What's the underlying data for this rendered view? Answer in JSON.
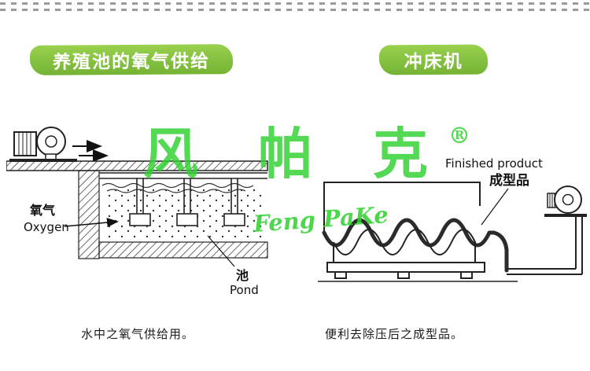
{
  "banners": {
    "left_label": "养殖池的氧气供给",
    "right_label": "冲床机",
    "color": "#84c040"
  },
  "brand": {
    "watermark": "风帕克",
    "registered": "®",
    "script": "Feng PaKe",
    "green": "#2fd12f"
  },
  "pond_diagram": {
    "oxygen_cn": "氧气",
    "oxygen_en": "Oxygen",
    "pond_cn": "池",
    "pond_en": "Pond",
    "caption": "水中之氧气供给用。"
  },
  "press_diagram": {
    "finished_en": "Finished product",
    "finished_cn": "成型品",
    "caption": "便利去除压后之成型品。"
  }
}
